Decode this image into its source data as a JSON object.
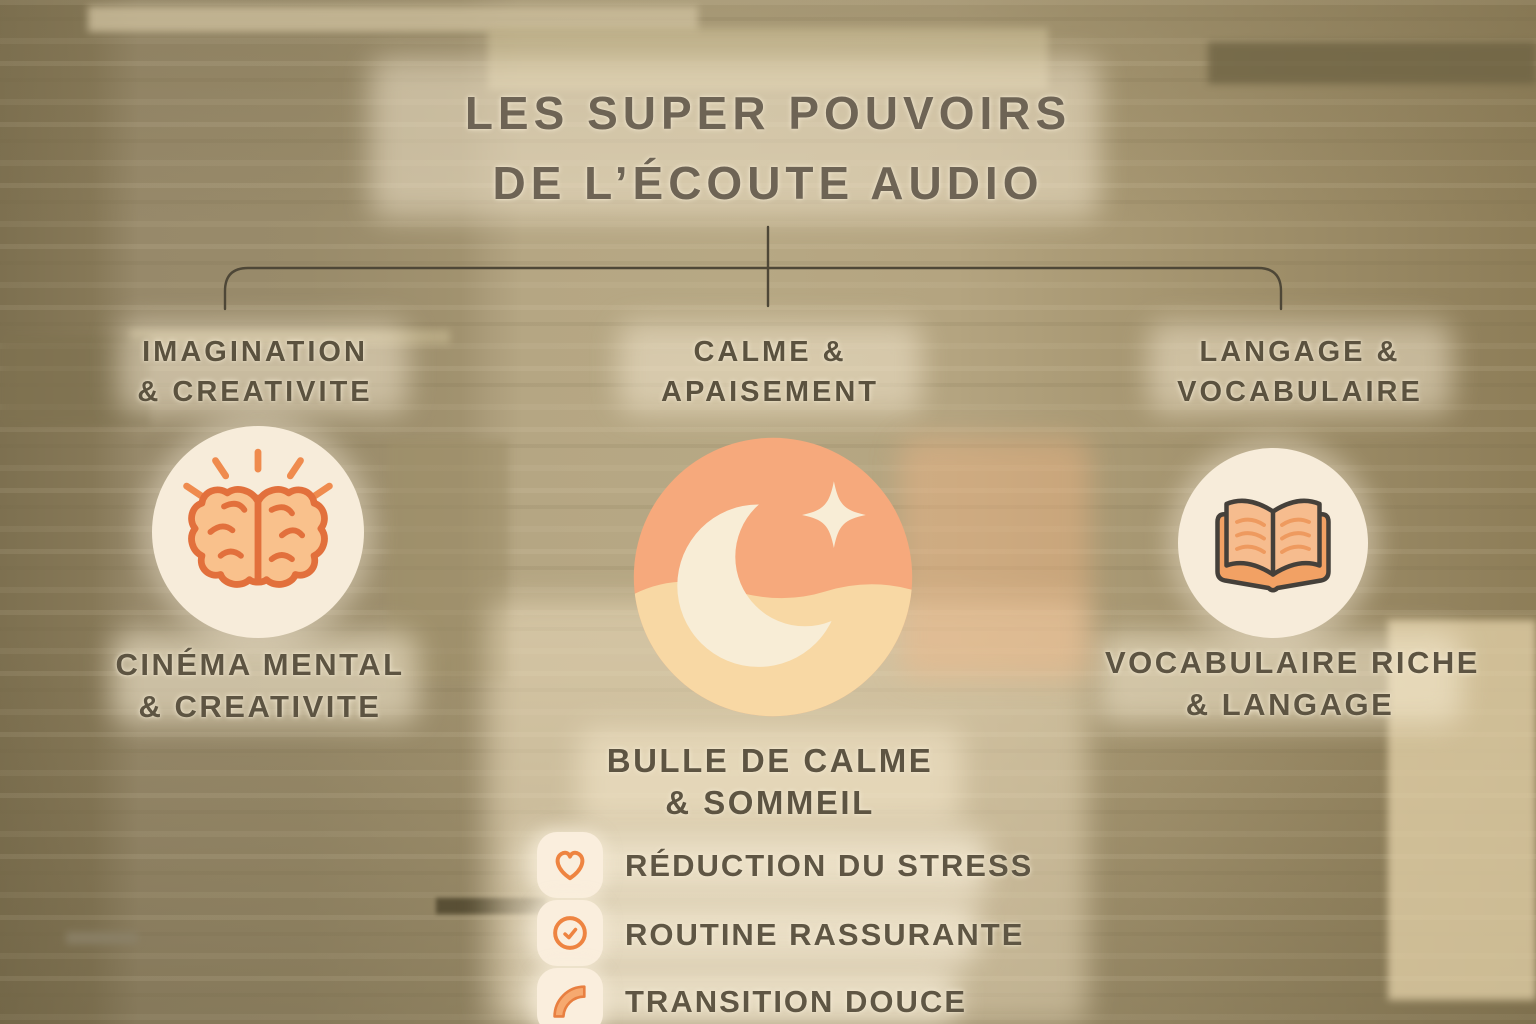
{
  "title": {
    "line1": "LES SUPER POUVOIRS",
    "line2": "DE L’ÉCOUTE AUDIO"
  },
  "branches": [
    {
      "heading_line1": "IMAGINATION",
      "heading_line2": "& CREATIVITE",
      "icon": "brain-icon",
      "label_line1": "CINÉMA MENTAL",
      "label_line2": "& CREATIVITE"
    },
    {
      "heading_line1": "CALME &",
      "heading_line2": "APAISEMENT",
      "icon": "moon-icon",
      "label_line1": "BULLE DE CALME",
      "label_line2": "& SOMMEIL",
      "sub_items": [
        {
          "icon": "heart-icon",
          "label": "RÉDUCTION DU STRESS"
        },
        {
          "icon": "clock-icon",
          "label": "ROUTINE RASSURANTE"
        },
        {
          "icon": "transition-icon",
          "label": "TRANSITION DOUCE"
        }
      ]
    },
    {
      "heading_line1": "LANGAGE &",
      "heading_line2": "VOCABULAIRE",
      "icon": "book-icon",
      "label_line1": "VOCABULAIRE RICHE",
      "label_line2": "& LANGAGE"
    }
  ],
  "colors": {
    "accent_orange": "#ee8441",
    "brain_fill": "#f9c18c",
    "moon_top": "#f6a97c",
    "moon_bottom": "#f8d8a4",
    "cream": "#f8edd6",
    "text_dark": "#5b523f",
    "connector": "#4e4737",
    "background_gold": "#a89a74"
  }
}
